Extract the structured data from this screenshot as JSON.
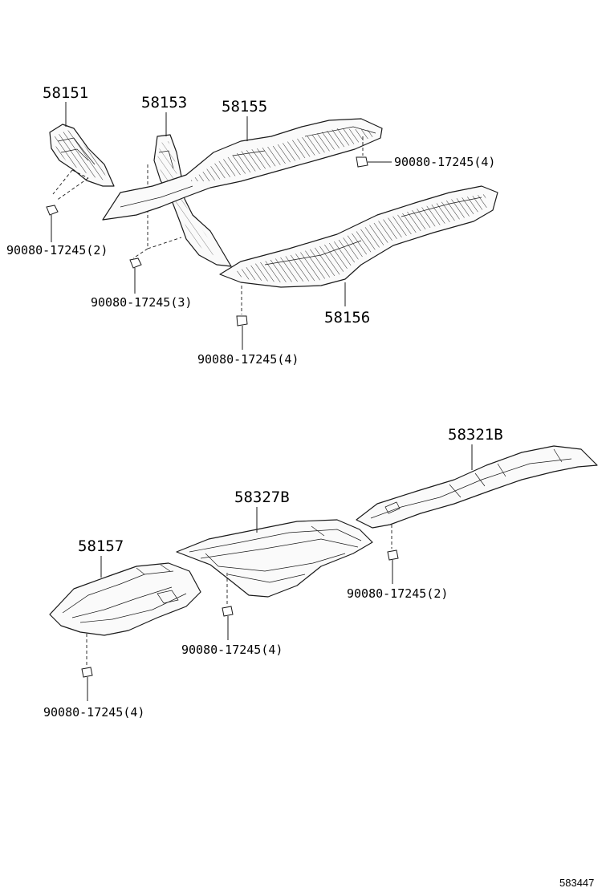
{
  "labels": {
    "p58151": "58151",
    "p58153": "58153",
    "p58155": "58155",
    "p58156": "58156",
    "p58157": "58157",
    "p58327b": "58327B",
    "p58321b": "58321B",
    "f1": "90080-17245(4)",
    "f2": "90080-17245(2)",
    "f3": "90080-17245(3)",
    "f4": "90080-17245(4)",
    "f5": "90080-17245(2)",
    "f6": "90080-17245(4)",
    "f7": "90080-17245(4)"
  },
  "catalog_number": "583447",
  "colors": {
    "line": "#1a1a1a",
    "background": "#ffffff"
  }
}
